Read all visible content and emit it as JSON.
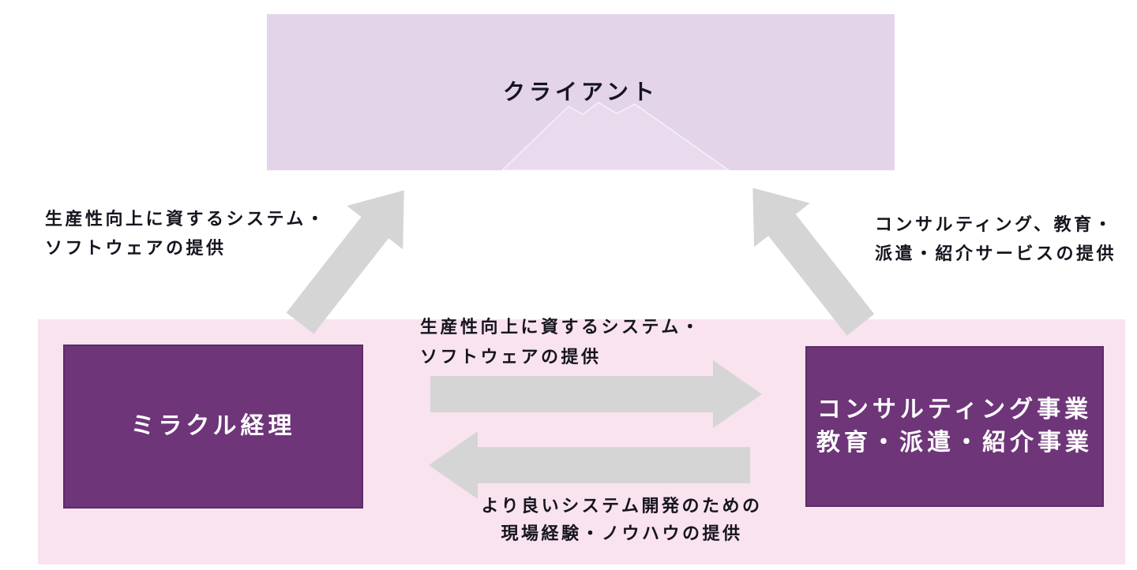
{
  "colors": {
    "client_box_bg": "#e4d4e9",
    "company_panel_bg": "#f9e3ef",
    "business_box_bg": "#6e3579",
    "business_box_border": "#5d2b66",
    "arrow_fill": "#d5d5d5",
    "dark_text": "#15151f",
    "light_text": "#ffffff"
  },
  "client_box": {
    "label": "クライアント"
  },
  "company_panel": {
    "miracle_box": {
      "label": "ミラクル経理"
    },
    "consulting_box": {
      "line1": "コンサルティング事業",
      "line2": "教育・派遣・紹介事業"
    }
  },
  "arrow_labels": {
    "miracle_to_client": {
      "line1": "生産性向上に資するシステム・",
      "line2": "ソフトウェアの提供"
    },
    "consulting_to_client": {
      "line1": "コンサルティング、教育・",
      "line2": "派遣・紹介サービスの提供"
    },
    "miracle_to_consulting": {
      "line1": "生産性向上に資するシステム・",
      "line2": "ソフトウェアの提供"
    },
    "consulting_to_miracle": {
      "line1": "より良いシステム開発のための",
      "line2": "現場経験・ノウハウの提供"
    }
  },
  "icons": {
    "watermark": "mountain-outline"
  }
}
